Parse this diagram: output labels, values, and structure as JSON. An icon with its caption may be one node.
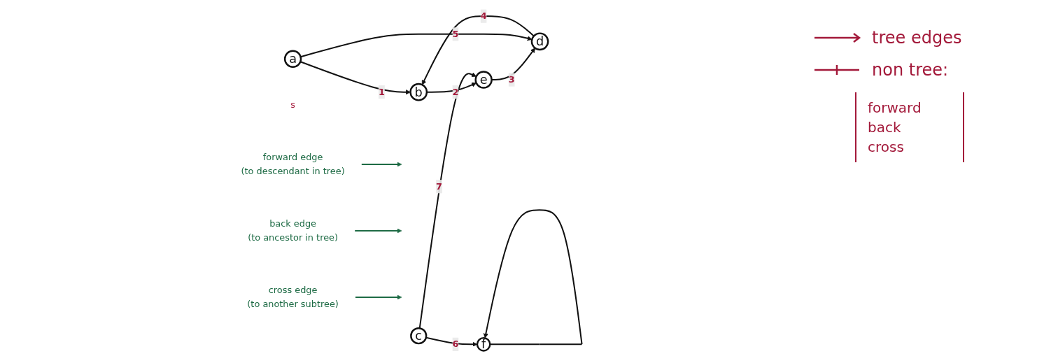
{
  "diagram": {
    "nodes": [
      {
        "text": [
          "a"
        ],
        "beside": [
          "s"
        ]
      },
      {
        "text": [
          "b"
        ]
      },
      {
        "text": [
          "c"
        ]
      },
      {
        "text": [
          "d"
        ]
      },
      {
        "text": [
          "e"
        ]
      },
      {
        "text": [
          "f"
        ]
      },
      {
        "text": [
          "forward edge",
          "(to descendant in tree)"
        ]
      },
      {
        "text": [
          "back edge",
          "(to ancestor in tree)"
        ]
      },
      {
        "text": [
          "cross edge",
          "(to another subtree)"
        ]
      }
    ],
    "edges": [
      {
        "from": 0,
        "to": 1,
        "arrow": "to",
        "label": "1"
      },
      {
        "from": 1,
        "to": 4,
        "arrow": "to",
        "label": "2"
      },
      {
        "from": 4,
        "to": 3,
        "arrow": "to",
        "label": "3"
      },
      {
        "from": 3,
        "to": 1,
        "arrow": "to",
        "label": "4"
      },
      {
        "from": 0,
        "to": 3,
        "arrow": "to",
        "label": "5"
      },
      {
        "from": 2,
        "to": 5,
        "arrow": "to",
        "label": "6"
      },
      {
        "from": 2,
        "to": 4,
        "arrow": "to",
        "label": "7"
      },
      {
        "from": 5,
        "to": 5,
        "arrow": "to"
      },
      {
        "from": 6,
        "to": null,
        "arrow": "to",
        "color": "#1e6b45"
      },
      {
        "from": 7,
        "to": null,
        "arrow": "to",
        "color": "#1e6b45"
      },
      {
        "from": 8,
        "to": null,
        "arrow": "to",
        "color": "#1e6b45"
      }
    ],
    "labels": [
      "forward",
      "back",
      "cross"
    ],
    "legend": [
      {
        "text": "tree edges"
      },
      {
        "text": "non tree:"
      }
    ]
  }
}
